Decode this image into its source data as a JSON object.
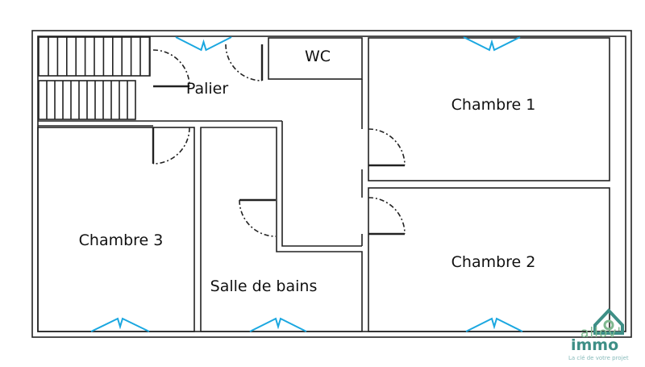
{
  "rooms": {
    "palier": "Palier",
    "wc": "WC",
    "chambre1": "Chambre 1",
    "chambre2": "Chambre 2",
    "chambre3": "Chambre 3",
    "salle_de_bains": "Salle de bains"
  },
  "logo": {
    "line1": "allov'",
    "line2": "immo",
    "tagline": "La clé de votre projet"
  },
  "colors": {
    "wall": "#222222",
    "window": "#1aa7e0",
    "logo": "#3e8f86"
  }
}
